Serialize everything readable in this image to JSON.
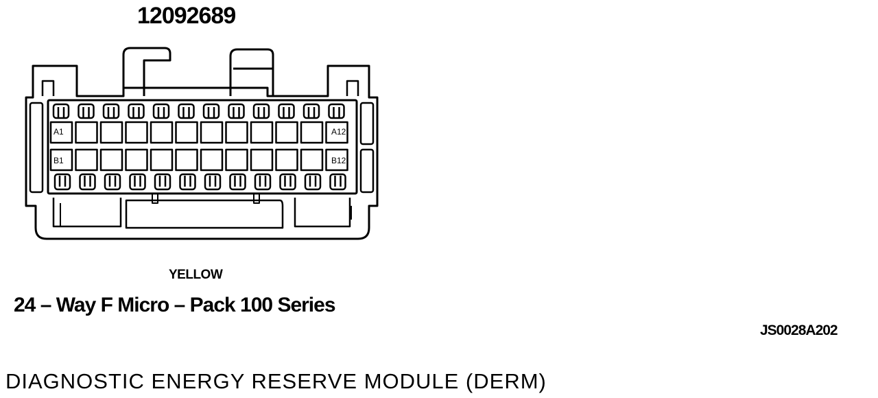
{
  "connector": {
    "part_number": "12092689",
    "color": "YELLOW",
    "description": "24 – Way F Micro – Pack 100 Series",
    "pin_labels": {
      "row_a_first": "A1",
      "row_a_last": "A12",
      "row_b_first": "B1",
      "row_b_last": "B12"
    }
  },
  "figure_code": "JS0028A202",
  "module_name": "DIAGNOSTIC ENERGY RESERVE MODULE (DERM)"
}
